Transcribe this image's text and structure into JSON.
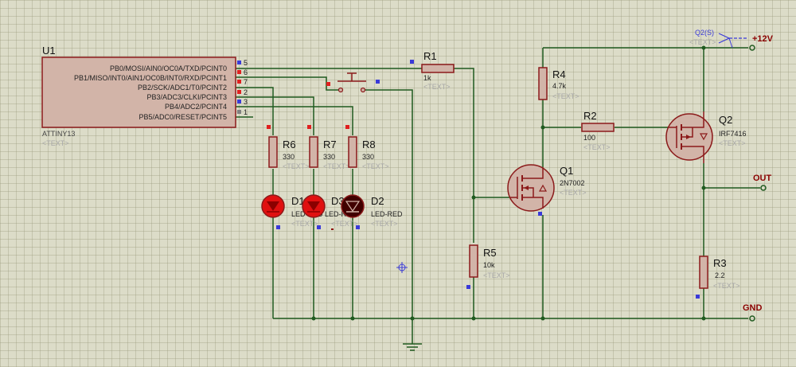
{
  "schematic": {
    "u1": {
      "ref": "U1",
      "part": "ATTINY13",
      "text": "<TEXT>",
      "pins": [
        {
          "label": "PB0/MOSI/AIN0/OC0A/TXD/PCINT0",
          "num": "5"
        },
        {
          "label": "PB1/MISO/INT0/AIN1/OC0B/INT0/RXD/PCINT1",
          "num": "6"
        },
        {
          "label": "PB2/SCK/ADC1/T0/PCINT2",
          "num": "7"
        },
        {
          "label": "PB3/ADC3/CLKI/PCINT3",
          "num": "2"
        },
        {
          "label": "PB4/ADC2/PCINT4",
          "num": "3"
        },
        {
          "label": "PB5/ADC0/RESET/PCINT5",
          "num": "1"
        }
      ]
    },
    "r1": {
      "ref": "R1",
      "value": "1k",
      "text": "<TEXT>"
    },
    "r2": {
      "ref": "R2",
      "value": "100",
      "text": "<TEXT>"
    },
    "r3": {
      "ref": "R3",
      "value": "2.2",
      "text": "<TEXT>"
    },
    "r4": {
      "ref": "R4",
      "value": "4.7k",
      "text": "<TEXT>"
    },
    "r5": {
      "ref": "R5",
      "value": "10k",
      "text": "<TEXT>"
    },
    "r6": {
      "ref": "R6",
      "value": "330",
      "text": "<TEXT>"
    },
    "r7": {
      "ref": "R7",
      "value": "330",
      "text": "<TEXT>"
    },
    "r8": {
      "ref": "R8",
      "value": "330",
      "text": "<TEXT>"
    },
    "d1": {
      "ref": "D1",
      "value": "LED-RED",
      "text": "<TEXT>"
    },
    "d3": {
      "ref": "D3",
      "value": "LED-RED",
      "text": "<TEXT>"
    },
    "d2": {
      "ref": "D2",
      "value": "LED-RED",
      "text": "<TEXT>"
    },
    "q1": {
      "ref": "Q1",
      "part": "2N7002",
      "text": "<TEXT>"
    },
    "q2": {
      "ref": "Q2",
      "part": "IRF7416",
      "text": "<TEXT>"
    },
    "probe": {
      "label": "Q2(S)",
      "text": "<TEXT>"
    },
    "terminals": {
      "vcc": "+12V",
      "out": "OUT",
      "gnd": "GND"
    }
  },
  "colors": {
    "background": "#dcdcc8",
    "wire": "#1f5a1f",
    "component": "#8b1a1a",
    "component_fill": "#d2b4a8",
    "terminal_label": "#8b0000",
    "text_placeholder": "#a8a8a8",
    "pin_marker_blue": "#3a3ad8",
    "pin_marker_red": "#e02020",
    "led_red": "#e01010",
    "led_dark": "#400000"
  }
}
